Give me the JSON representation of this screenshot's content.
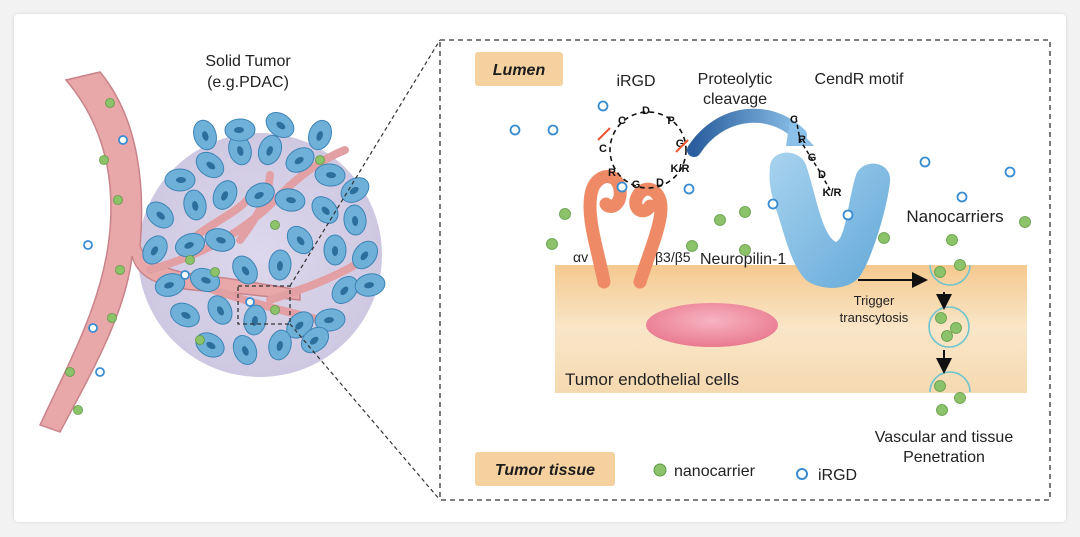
{
  "left_panel": {
    "title_line1": "Solid Tumor",
    "title_line2": "(e.g.PDAC)"
  },
  "zoom_panel": {
    "lumen_label": "Lumen",
    "tissue_label": "Tumor tissue",
    "irgd_label": "iRGD",
    "cleavage_line1": "Proteolytic",
    "cleavage_line2": "cleavage",
    "cendr_label": "CendR motif",
    "nanocarriers_label": "Nanocarriers",
    "alpha_label": "αv",
    "beta_label": "β3/β5",
    "neuropilin_label": "Neuropilin-1",
    "trigger_line1": "Trigger",
    "trigger_line2": "transcytosis",
    "endothelial_label": "Tumor endothelial cells",
    "penetration_line1": "Vascular and tissue",
    "penetration_line2": "Penetration",
    "irgd_ring_letters": [
      "C",
      "R",
      "G",
      "D",
      "K/R",
      "G",
      "P",
      "D",
      "C"
    ],
    "cendr_letters": [
      "C",
      "R",
      "G",
      "D",
      "K/R"
    ]
  },
  "legend": {
    "nanocarrier_label": "nanocarrier",
    "irgd_label": "iRGD"
  },
  "colors": {
    "vessel": "#e4a3a5",
    "vessel_edge": "#c97f84",
    "tumor_bg": "#d8d2e8",
    "cell": "#6fb0d8",
    "cell_nucleus": "#2c6e9c",
    "nanocarrier": "#8cc36a",
    "irgd": "#3a8cd0",
    "label_box": "#f5cf9c",
    "membrane": "#f7d9a8",
    "integrin": "#ef8a67",
    "neuropilin": "#7ab9e2",
    "nucleus_ellipse": "#ec8ea0"
  }
}
